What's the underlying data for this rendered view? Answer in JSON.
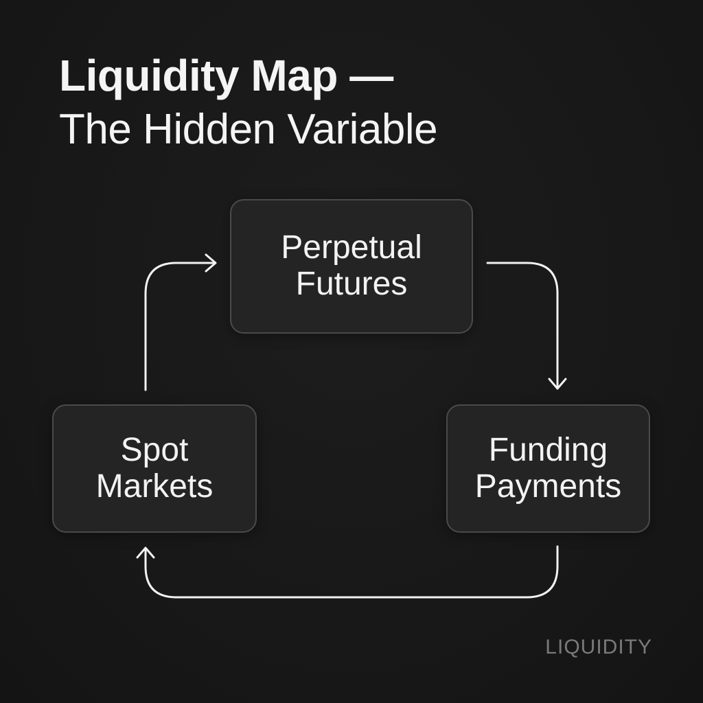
{
  "title": {
    "line1": "Liquidity Map —",
    "line2": "The Hidden Variable"
  },
  "nodes": {
    "perpetual": "Perpetual\nFutures",
    "spot": "Spot\nMarkets",
    "funding": "Funding\nPayments"
  },
  "watermark": "LIQUIDITY",
  "colors": {
    "background": "#181818",
    "node_fill": "#242424",
    "node_border": "#4a4a4a",
    "arrow": "#f2f2f2",
    "text": "#f3f3f3",
    "watermark": "#7a7a7a"
  },
  "icons": [
    "arrow-right-icon",
    "arrow-down-icon",
    "arrow-up-icon"
  ]
}
